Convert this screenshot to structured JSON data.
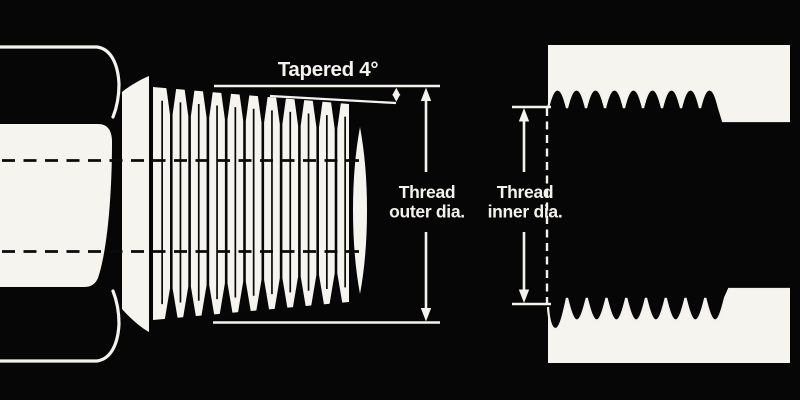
{
  "colors": {
    "background": "#060606",
    "ink": "#f4f2ed",
    "metal_white": "#f6f4ef",
    "shadow_black": "#070707"
  },
  "annotations": {
    "taper_label": "Tapered 4°",
    "taper_angle_deg": 4,
    "outer_dia_label_line1": "Thread",
    "outer_dia_label_line2": "outer dia.",
    "inner_dia_label_line1": "Thread",
    "inner_dia_label_line2": "inner dia."
  }
}
